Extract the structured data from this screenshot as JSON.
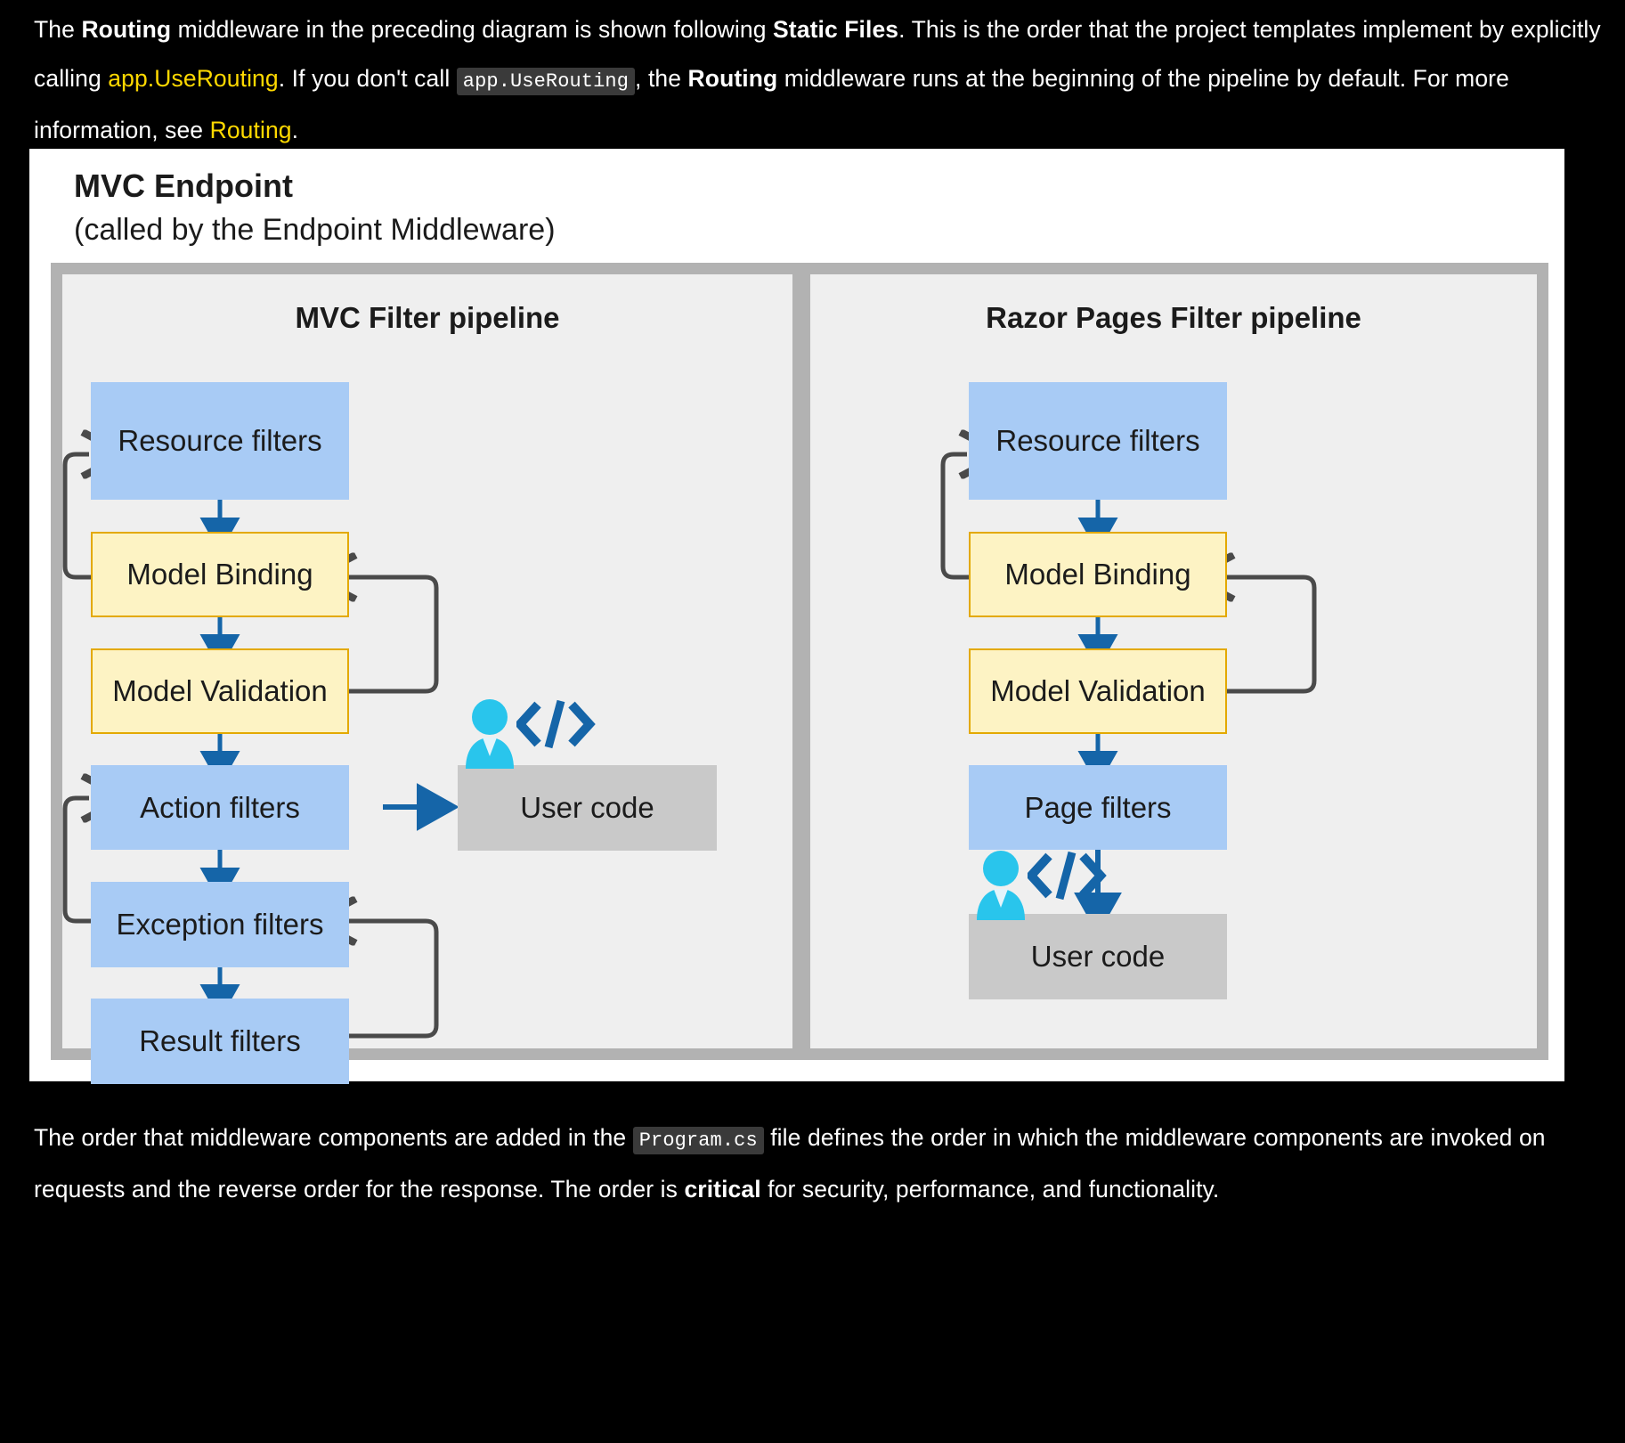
{
  "top_paragraph": {
    "seg1": "The ",
    "b1": "Routing",
    "seg2": " middleware in the preceding diagram is shown following ",
    "b2": "Static Files",
    "seg3": ". This is the order that the project templates implement by explicitly calling ",
    "link1": "app.UseRouting",
    "seg4": ". If you don't call ",
    "code1": "app.UseRouting",
    "seg5": ", the ",
    "b3": "Routing",
    "seg6": " middleware runs at the beginning of the pipeline by default. For more information, see ",
    "link2": "Routing",
    "seg7": "."
  },
  "card": {
    "title_line1": "MVC Endpoint",
    "title_line2": "(called by the Endpoint Middleware)"
  },
  "mvc_pipeline": {
    "title": "MVC Filter pipeline",
    "boxes": [
      {
        "label": "Resource filters",
        "kind": "blue"
      },
      {
        "label": "Model Binding",
        "kind": "yellow"
      },
      {
        "label": "Model Validation",
        "kind": "yellow"
      },
      {
        "label": "Action filters",
        "kind": "blue"
      },
      {
        "label": "Exception filters",
        "kind": "blue"
      },
      {
        "label": "Result filters",
        "kind": "blue"
      }
    ],
    "user_code": "User code",
    "code_glyph": "</>"
  },
  "razor_pipeline": {
    "title": "Razor Pages Filter pipeline",
    "boxes": [
      {
        "label": "Resource filters",
        "kind": "blue"
      },
      {
        "label": "Model Binding",
        "kind": "yellow"
      },
      {
        "label": "Model Validation",
        "kind": "yellow"
      },
      {
        "label": "Page filters",
        "kind": "blue"
      }
    ],
    "user_code": "User code",
    "code_glyph": "</>"
  },
  "bottom_paragraph": {
    "seg1": "The order that middleware components are added in the ",
    "code1": "Program.cs",
    "seg2": " file defines the order in which the middleware components are invoked on requests and the reverse order for the response. The order is ",
    "b1": "critical",
    "seg3": " for security, performance, and functionality."
  },
  "colors": {
    "page_bg": "#000000",
    "card_bg": "#ffffff",
    "frame": "#b2b2b2",
    "panel": "#efefef",
    "blue_box": "#a8cbf5",
    "yellow_box": "#fdf3c4",
    "yellow_border": "#e3a900",
    "grey_box": "#c9c9c9",
    "arrow_blue": "#1565a8",
    "arrow_grey": "#4a4a4a",
    "link": "#ffd900",
    "person": "#29c5ec",
    "code_glyph": "#1565a8"
  }
}
